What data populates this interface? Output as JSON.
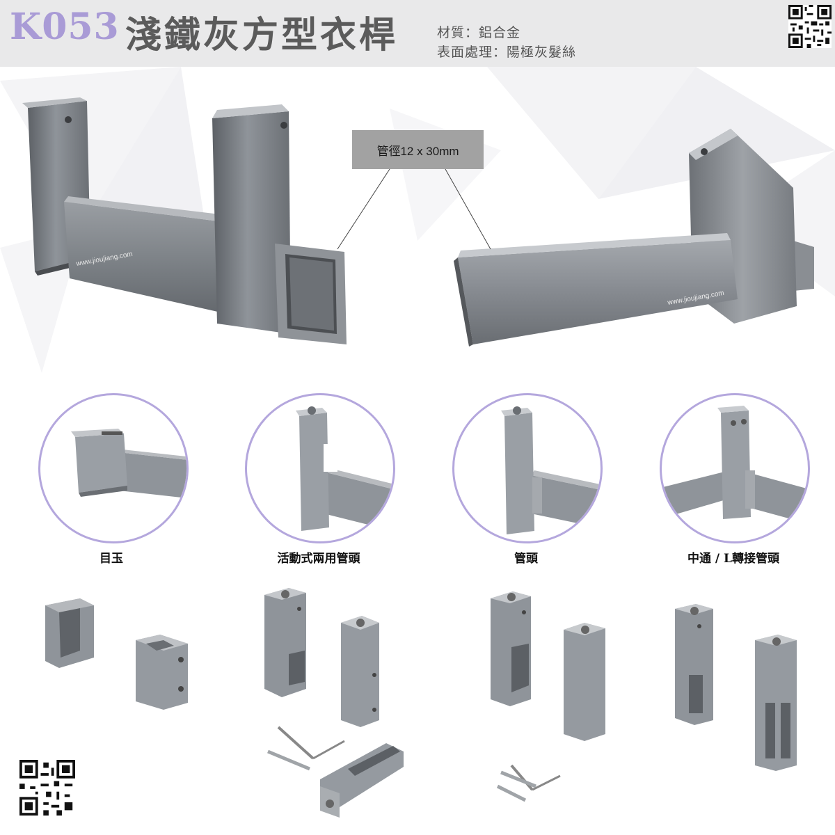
{
  "header": {
    "code": "K053",
    "title": "淺鐵灰方型衣桿",
    "material": "材質：鋁合金",
    "finish": "表面處理：陽極灰髮絲"
  },
  "callout": {
    "label": "管徑12 x 30mm"
  },
  "watermark": "www.jioujiang.com",
  "products": [
    {
      "label": "目玉"
    },
    {
      "label": "活動式兩用管頭"
    },
    {
      "label": "管頭"
    },
    {
      "label": "中通 / L轉接管頭"
    }
  ],
  "colors": {
    "accent": "#a99bd6",
    "circle_border": "#b4a7dd",
    "header_bg": "#e9e9ea",
    "title_text": "#5b5b5b",
    "callout_bg": "#a2a2a2",
    "metal": "#8d9399"
  }
}
